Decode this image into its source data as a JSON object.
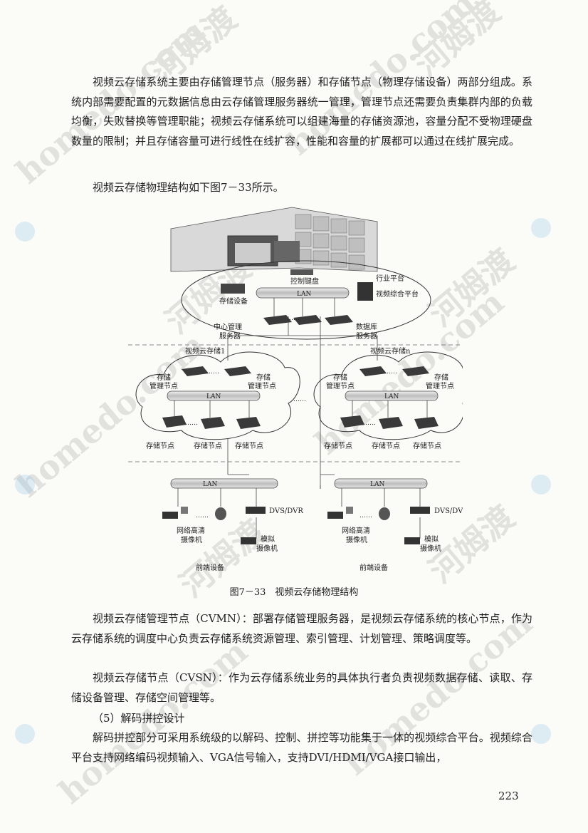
{
  "paragraphs": {
    "p1": "视频云存储系统主要由存储管理节点（服务器）和存储节点（物理存储设备）两部分组成。系统内部需要配置的元数据信息由云存储管理服务器统一管理，管理节点还需要负责集群内部的负载均衡，失败替换等管理职能；视频云存储系统可以组建海量的存储资源池，容量分配不受物理硬盘数量的限制；并且存储容量可进行线性在线扩容，性能和容量的扩展都可以通过在线扩展完成。",
    "p2": "视频云存储物理结构如下图7－33所示。",
    "p3": "视频云存储管理节点（CVMN）：部署存储管理服务器，是视频云存储系统的核心节点，作为云存储系统的调度中心负责云存储系统资源管理、索引管理、计划管理、策略调度等。",
    "p4": "视频云存储节点（CVSN）：作为云存储系统业务的具体执行者负责视频数据存储、读取、存储设备管理、存储空间管理等。",
    "heading5": "（5）解码拼控设计",
    "p5": "解码拼控部分可采用系统级的以解码、控制、拼控等功能集于一体的视频综合平台。视频综合平台支持网络编码视频输入、VGA信号输入，支持DVI/HDMI/VGA接口输出，"
  },
  "figure": {
    "caption": "图7－33　视频云存储物理结构",
    "top": {
      "keyboard": "控制键盘",
      "industry": "行业平台",
      "storage_device": "存储设备",
      "lan": "LAN",
      "video_platform": "视频综合平台",
      "center_server_1": "中心管理",
      "center_server_2": "服务器",
      "db_server_1": "数据库",
      "db_server_2": "服务器"
    },
    "cloud_left": {
      "title": "视频云存储1",
      "mgmt_a_1": "存储",
      "mgmt_a_2": "管理节点",
      "mgmt_b_1": "存储",
      "mgmt_b_2": "管理节点",
      "lan": "LAN",
      "node1": "存储节点",
      "node2": "存储节点",
      "node3": "存储节点"
    },
    "cloud_right": {
      "title": "视频云存储n",
      "mgmt_a_1": "存储",
      "mgmt_a_2": "管理节点",
      "mgmt_b_1": "存储",
      "mgmt_b_2": "管理节点",
      "lan": "LAN",
      "node1": "存储节点",
      "node2": "存储节点",
      "node3": "存储节点"
    },
    "front_left": {
      "lan": "LAN",
      "dvs": "DVS/DVR",
      "hd_cam_1": "网络高清",
      "hd_cam_2": "摄像机",
      "analog_1": "模拟",
      "analog_2": "摄像机",
      "label": "前端设备"
    },
    "front_right": {
      "lan": "LAN",
      "dvs": "DVS/DVR",
      "hd_cam_1": "网络高清",
      "hd_cam_2": "摄像机",
      "analog_1": "模拟",
      "analog_2": "摄像机",
      "label": "前端设备"
    }
  },
  "page_number": "223",
  "watermark": {
    "text_latin": "homedo.com",
    "text_cn": "河姆渡"
  }
}
